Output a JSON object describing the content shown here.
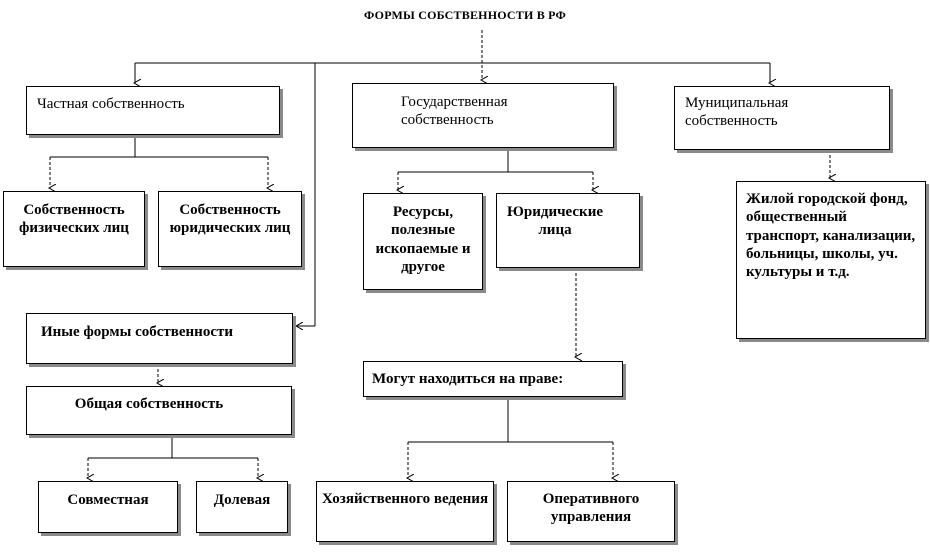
{
  "title": "ФОРМЫ СОБСТВЕННОСТИ  В РФ",
  "nodes": {
    "private": "Частная собственность",
    "state": "Государственная собственность",
    "municipal": "Муниципальная собственность",
    "individuals": "Собственность физических лиц",
    "legal_entities": "Собственность юридических лиц",
    "resources": "Ресурсы, полезные ископаемые и другое",
    "state_legal": "Юридические лица",
    "municipal_list": "Жилой городской фонд, общественный транспорт, канализации, больницы, школы, уч. культуры и т.д.",
    "other": "Иные формы собственности",
    "common": "Общая собственность",
    "joint": "Совместная",
    "shared": "Долевая",
    "right": "Могут находиться на праве:",
    "economic": "Хозяйственного ведения",
    "operational": "Оперативного управления"
  }
}
